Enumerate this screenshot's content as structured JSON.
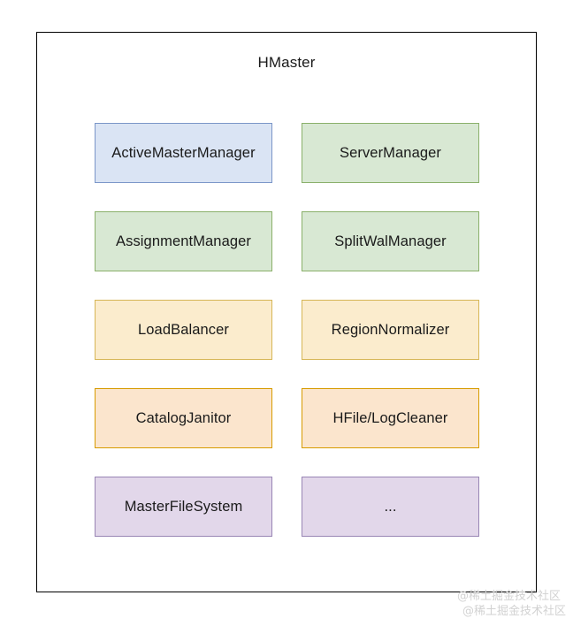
{
  "diagram": {
    "title": "HMaster",
    "colors": {
      "outline": "#000000",
      "blue_fill": "#dae4f4",
      "blue_stroke": "#7b96c8",
      "green_fill": "#d8e8d3",
      "green_stroke": "#8ab06a",
      "yellow_fill": "#fbeccd",
      "yellow_stroke": "#d6b656",
      "peach_fill": "#fbe5cd",
      "peach_stroke": "#d79b00",
      "purple_fill": "#e2d7ea",
      "purple_stroke": "#9885b4"
    },
    "components": [
      {
        "label": "ActiveMasterManager",
        "tone": "blue"
      },
      {
        "label": "ServerManager",
        "tone": "green"
      },
      {
        "label": "AssignmentManager",
        "tone": "green"
      },
      {
        "label": "SplitWalManager",
        "tone": "green"
      },
      {
        "label": "LoadBalancer",
        "tone": "yellow"
      },
      {
        "label": "RegionNormalizer",
        "tone": "yellow"
      },
      {
        "label": "CatalogJanitor",
        "tone": "peach"
      },
      {
        "label": "HFile/LogCleaner",
        "tone": "peach"
      },
      {
        "label": "MasterFileSystem",
        "tone": "purple"
      },
      {
        "label": "...",
        "tone": "purple"
      }
    ]
  },
  "watermark": {
    "line1": "@稀土掘金技术社区",
    "line2": "@稀土掘金技术社区"
  }
}
